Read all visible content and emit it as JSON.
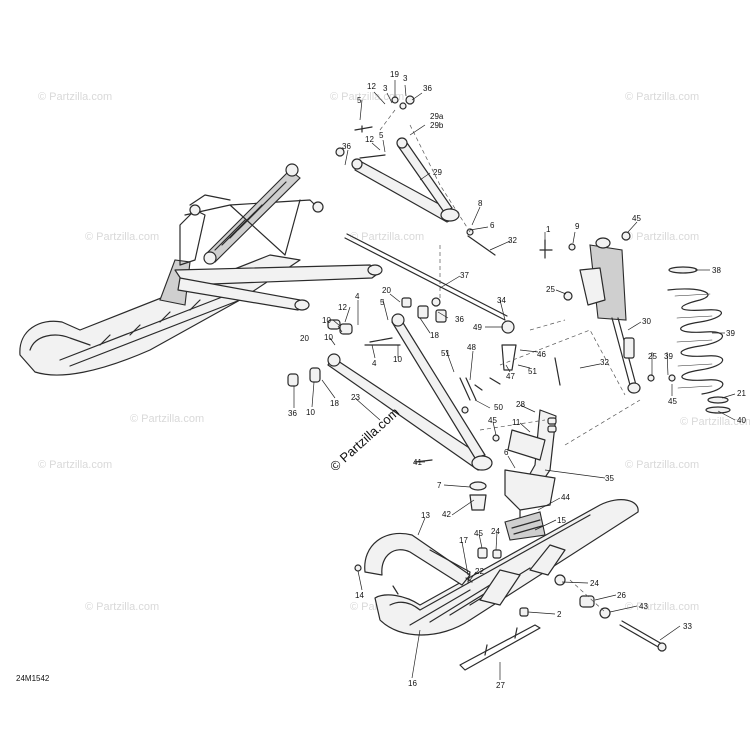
{
  "watermark": {
    "text": "© Partzilla.com",
    "center_text": "© Partzilla.com"
  },
  "drawing_code": "24M1542",
  "callouts": [
    {
      "id": "c1",
      "label": "19"
    },
    {
      "id": "c2",
      "label": "3"
    },
    {
      "id": "c3",
      "label": "12"
    },
    {
      "id": "c4",
      "label": "3"
    },
    {
      "id": "c5",
      "label": "36"
    },
    {
      "id": "c6",
      "label": "5"
    },
    {
      "id": "c7",
      "label": "29a"
    },
    {
      "id": "c8",
      "label": "29b"
    },
    {
      "id": "c9",
      "label": "12"
    },
    {
      "id": "c10",
      "label": "5"
    },
    {
      "id": "c11",
      "label": "36"
    },
    {
      "id": "c12",
      "label": "29"
    },
    {
      "id": "c13",
      "label": "8"
    },
    {
      "id": "c14",
      "label": "6"
    },
    {
      "id": "c15",
      "label": "32"
    },
    {
      "id": "c16",
      "label": "1"
    },
    {
      "id": "c17",
      "label": "9"
    },
    {
      "id": "c18",
      "label": "45"
    },
    {
      "id": "c19",
      "label": "37"
    },
    {
      "id": "c20",
      "label": "38"
    },
    {
      "id": "c21",
      "label": "25"
    },
    {
      "id": "c22",
      "label": "4"
    },
    {
      "id": "c23",
      "label": "20"
    },
    {
      "id": "c24",
      "label": "5"
    },
    {
      "id": "c25",
      "label": "12"
    },
    {
      "id": "c26",
      "label": "10"
    },
    {
      "id": "c27",
      "label": "34"
    },
    {
      "id": "c28",
      "label": "36"
    },
    {
      "id": "c29",
      "label": "20"
    },
    {
      "id": "c30",
      "label": "10"
    },
    {
      "id": "c31",
      "label": "18"
    },
    {
      "id": "c32",
      "label": "49"
    },
    {
      "id": "c33",
      "label": "39"
    },
    {
      "id": "c34",
      "label": "30"
    },
    {
      "id": "c35",
      "label": "4"
    },
    {
      "id": "c36",
      "label": "10"
    },
    {
      "id": "c37",
      "label": "48"
    },
    {
      "id": "c38",
      "label": "46"
    },
    {
      "id": "c39",
      "label": "51"
    },
    {
      "id": "c40",
      "label": "25"
    },
    {
      "id": "c41",
      "label": "39"
    },
    {
      "id": "c42",
      "label": "32"
    },
    {
      "id": "c43",
      "label": "47"
    },
    {
      "id": "c44",
      "label": "51"
    },
    {
      "id": "c45",
      "label": "36"
    },
    {
      "id": "c46",
      "label": "10"
    },
    {
      "id": "c47",
      "label": "18"
    },
    {
      "id": "c48",
      "label": "45"
    },
    {
      "id": "c49",
      "label": "21"
    },
    {
      "id": "c50",
      "label": "50"
    },
    {
      "id": "c51",
      "label": "28"
    },
    {
      "id": "c52",
      "label": "23"
    },
    {
      "id": "c53",
      "label": "45"
    },
    {
      "id": "c54",
      "label": "11"
    },
    {
      "id": "c55",
      "label": "40"
    },
    {
      "id": "c56",
      "label": "41"
    },
    {
      "id": "c57",
      "label": "6"
    },
    {
      "id": "c58",
      "label": "35"
    },
    {
      "id": "c59",
      "label": "7"
    },
    {
      "id": "c60",
      "label": "44"
    },
    {
      "id": "c61",
      "label": "42"
    },
    {
      "id": "c62",
      "label": "13"
    },
    {
      "id": "c63",
      "label": "15"
    },
    {
      "id": "c64",
      "label": "17"
    },
    {
      "id": "c65",
      "label": "45"
    },
    {
      "id": "c66",
      "label": "24"
    },
    {
      "id": "c67",
      "label": "22"
    },
    {
      "id": "c68",
      "label": "24"
    },
    {
      "id": "c69",
      "label": "14"
    },
    {
      "id": "c70",
      "label": "26"
    },
    {
      "id": "c71",
      "label": "2"
    },
    {
      "id": "c72",
      "label": "43"
    },
    {
      "id": "c73",
      "label": "33"
    },
    {
      "id": "c74",
      "label": "16"
    },
    {
      "id": "c75",
      "label": "27"
    }
  ]
}
